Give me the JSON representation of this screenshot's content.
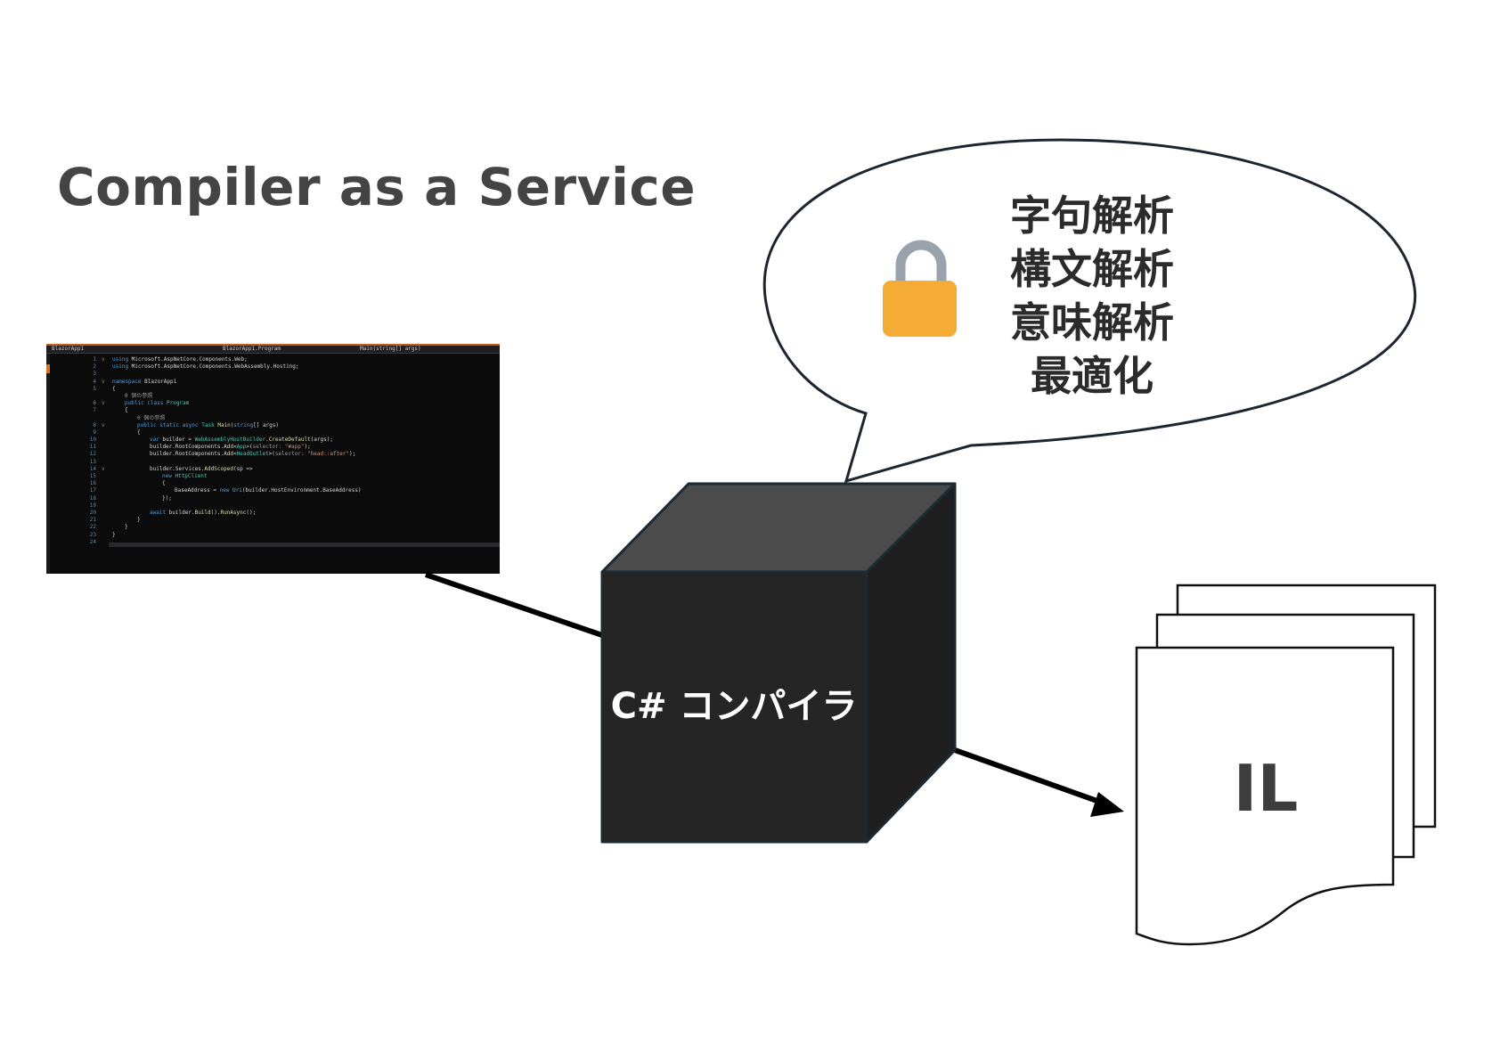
{
  "title": "Compiler as a Service",
  "editor": {
    "tab_project": "BlazorApp1",
    "tab_class": "BlazorApp1.Program",
    "tab_method": "Main(string[] args)",
    "lines": [
      {
        "n": "1",
        "fold": "v",
        "indent": 0,
        "html": "<span class='k'>using</span> Microsoft.AspNetCore.Components.Web;"
      },
      {
        "n": "2",
        "fold": "",
        "indent": 0,
        "html": "<span class='k'>using</span> Microsoft.AspNetCore.Components.WebAssembly.Hosting;"
      },
      {
        "n": "3",
        "fold": "",
        "indent": 0,
        "html": ""
      },
      {
        "n": "4",
        "fold": "v",
        "indent": 0,
        "html": "<span class='k'>namespace</span> BlazorApp1"
      },
      {
        "n": "5",
        "fold": "",
        "indent": 0,
        "html": "{"
      },
      {
        "n": "",
        "fold": "",
        "indent": 2,
        "html": "<span class='g'>0 個の参照</span>"
      },
      {
        "n": "6",
        "fold": "v",
        "indent": 2,
        "html": "<span class='k'>public class</span> <span class='t'>Program</span>"
      },
      {
        "n": "7",
        "fold": "",
        "indent": 2,
        "html": "{"
      },
      {
        "n": "",
        "fold": "",
        "indent": 4,
        "html": "<span class='g'>0 個の参照</span>"
      },
      {
        "n": "8",
        "fold": "v",
        "indent": 4,
        "html": "<span class='k'>public static async</span> <span class='t'>Task</span> <span class='m'>Main</span>(<span class='k'>string</span>[] args)"
      },
      {
        "n": "9",
        "fold": "",
        "indent": 4,
        "html": "{"
      },
      {
        "n": "10",
        "fold": "",
        "indent": 6,
        "html": "<span class='k'>var</span> builder = <span class='t'>WebAssemblyHostBuilder</span>.<span class='m'>CreateDefault</span>(args);"
      },
      {
        "n": "11",
        "fold": "",
        "indent": 6,
        "html": "builder.RootComponents.<span class='m'>Add</span>&lt;<span class='t'>App</span>&gt;(<span class='g'>selector:</span> <span class='s'>\"#app\"</span>);"
      },
      {
        "n": "12",
        "fold": "",
        "indent": 6,
        "html": "builder.RootComponents.<span class='m'>Add</span>&lt;<span class='t'>HeadOutlet</span>&gt;(<span class='g'>selector:</span> <span class='s'>\"head::after\"</span>);"
      },
      {
        "n": "13",
        "fold": "",
        "indent": 6,
        "html": ""
      },
      {
        "n": "14",
        "fold": "v",
        "indent": 6,
        "html": "builder.Services.<span class='m'>AddScoped</span>(sp =&gt;"
      },
      {
        "n": "15",
        "fold": "",
        "indent": 8,
        "html": "<span class='k'>new</span> <span class='t'>HttpClient</span>"
      },
      {
        "n": "16",
        "fold": "",
        "indent": 8,
        "html": "{"
      },
      {
        "n": "17",
        "fold": "",
        "indent": 10,
        "html": "BaseAddress = <span class='k'>new</span> <span class='t'>Uri</span>(builder.HostEnvironment.BaseAddress)"
      },
      {
        "n": "18",
        "fold": "",
        "indent": 8,
        "html": "});"
      },
      {
        "n": "19",
        "fold": "",
        "indent": 6,
        "html": ""
      },
      {
        "n": "20",
        "fold": "",
        "indent": 6,
        "html": "<span class='k'>await</span> builder.<span class='m'>Build</span>().<span class='m'>RunAsync</span>();"
      },
      {
        "n": "21",
        "fold": "",
        "indent": 4,
        "html": "}"
      },
      {
        "n": "22",
        "fold": "",
        "indent": 2,
        "html": "}"
      },
      {
        "n": "23",
        "fold": "",
        "indent": 0,
        "html": "}"
      },
      {
        "n": "24",
        "fold": "",
        "indent": 0,
        "html": ""
      }
    ]
  },
  "bubble": {
    "lines": [
      "字句解析",
      "構文解析",
      "意味解析",
      "最適化"
    ],
    "icon": "lock-icon",
    "lock_color": "#f5ac35",
    "shackle_color": "#9aa3ab"
  },
  "compiler": {
    "label": "C# コンパイラ",
    "front_color": "#252525",
    "top_color": "#4b4b4b",
    "side_color": "#1f1f1f"
  },
  "output": {
    "label": "IL"
  }
}
